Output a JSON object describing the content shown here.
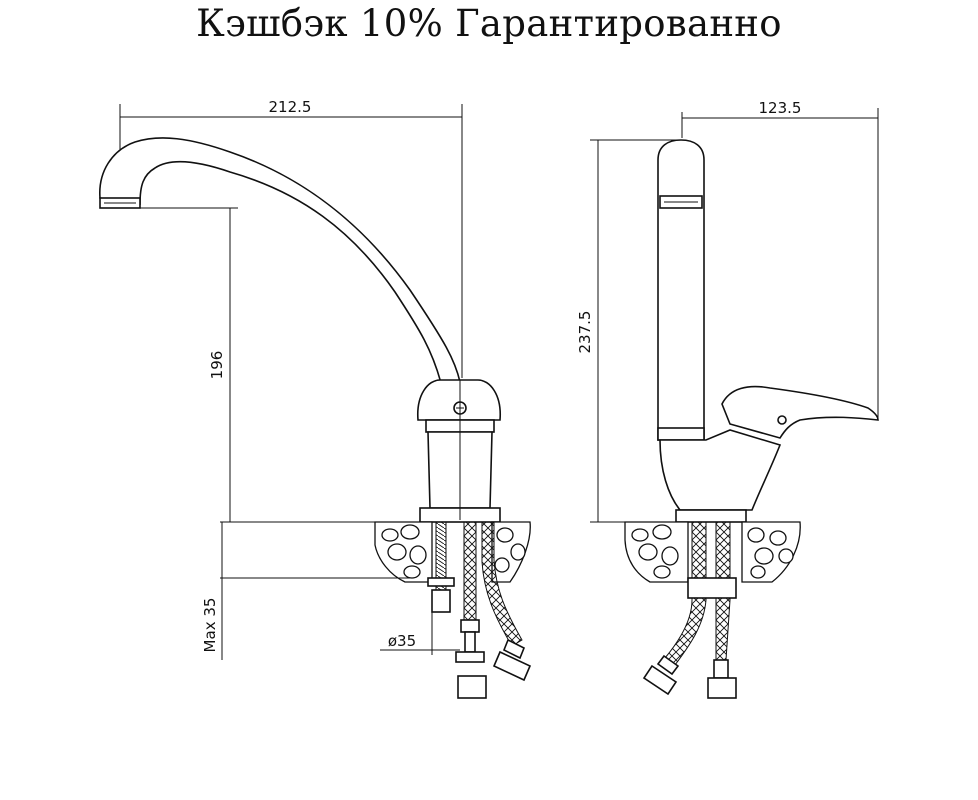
{
  "title": "Кэшбэк 10% Гарантированно",
  "dimensions": {
    "width_left": "212.5",
    "width_right": "123.5",
    "height_spout": "196",
    "height_total": "237.5",
    "max_thickness": "Max 35",
    "hole_diameter": "ø35"
  }
}
